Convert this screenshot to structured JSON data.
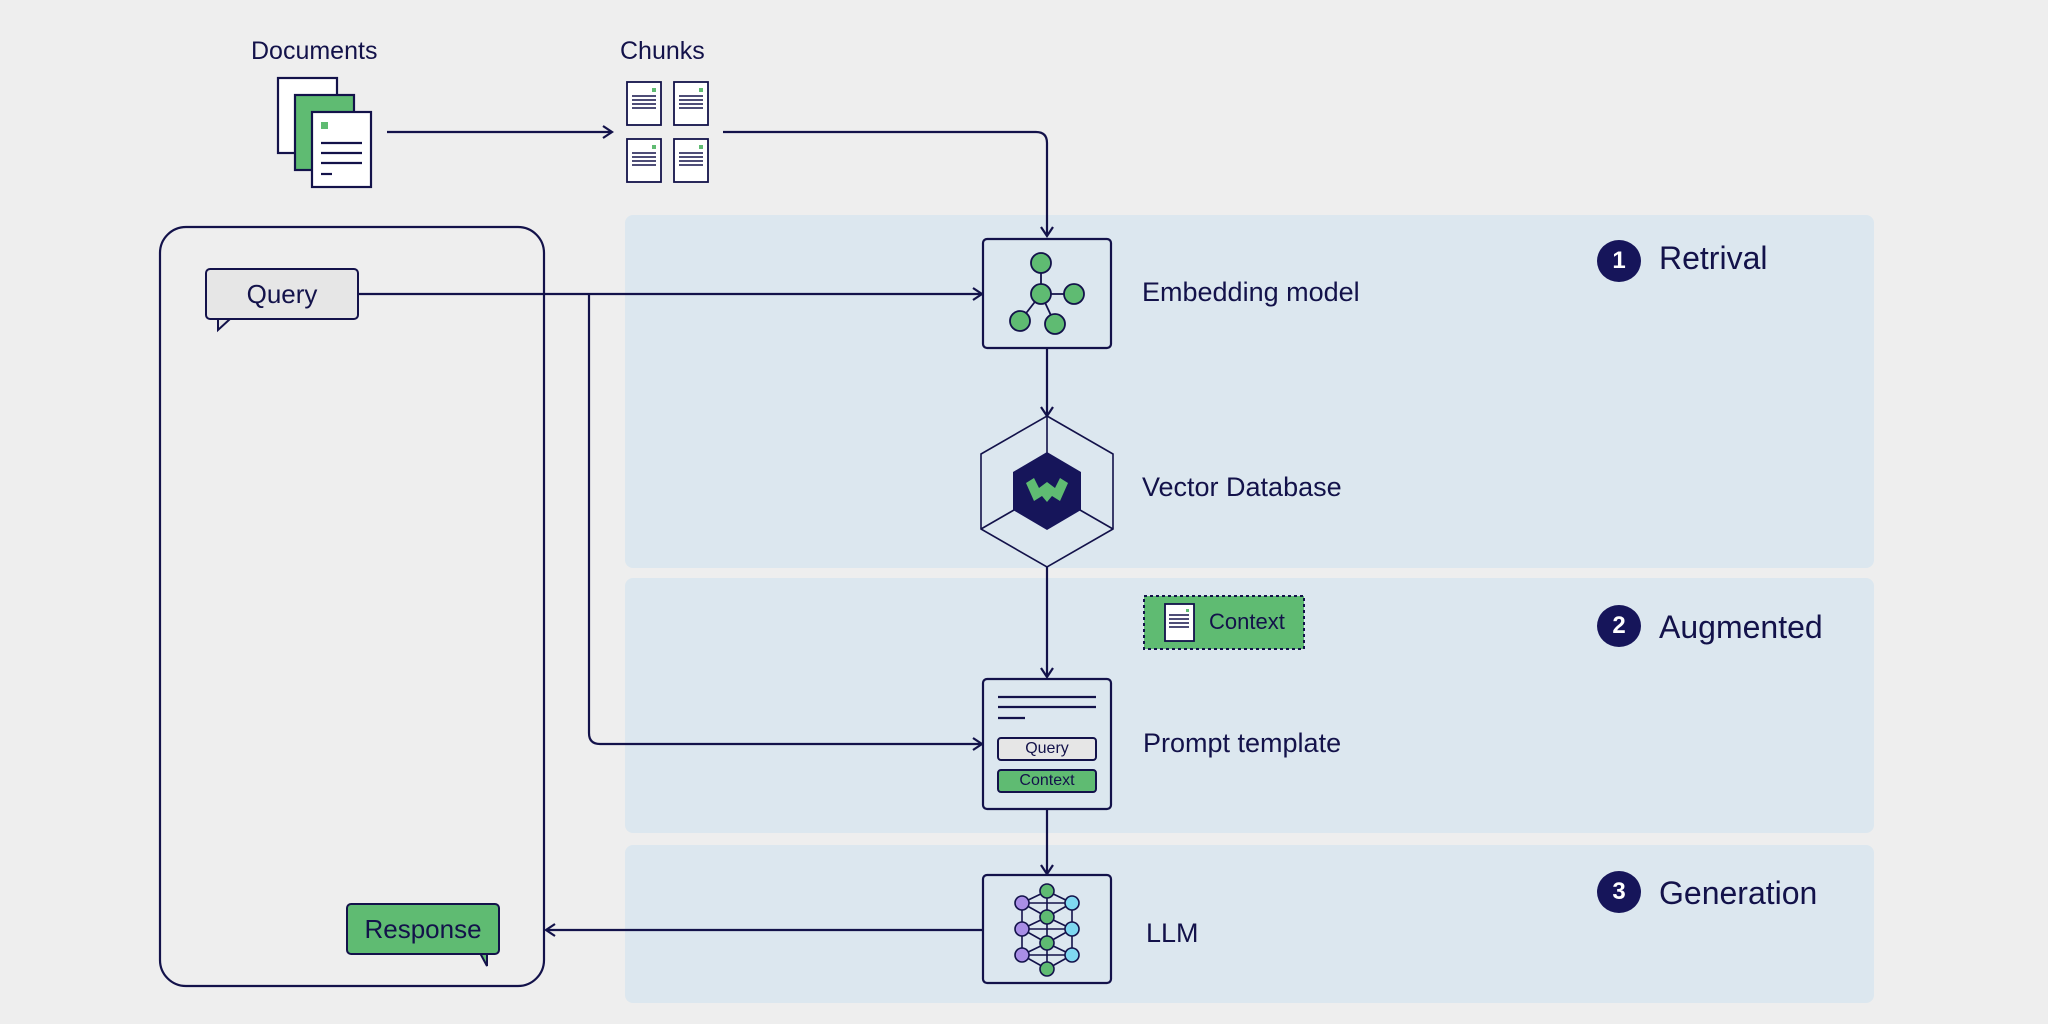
{
  "colors": {
    "ink": "#13124a",
    "green": "#5fbb72",
    "stage_bg": "#dce7ef",
    "page_bg": "#eeeeee",
    "badge": "#16155a",
    "purple": "#a98ee6",
    "cyan": "#7fd8f0"
  },
  "inputs": {
    "documents_label": "Documents",
    "chunks_label": "Chunks"
  },
  "stages": [
    {
      "number": "1",
      "title": "Retrival"
    },
    {
      "number": "2",
      "title": "Augmented"
    },
    {
      "number": "3",
      "title": "Generation"
    }
  ],
  "nodes": {
    "embedding_model": "Embedding model",
    "vector_database": "Vector Database",
    "context_chip": "Context",
    "prompt_template": "Prompt template",
    "prompt_query_slot": "Query",
    "prompt_context_slot": "Context",
    "llm": "LLM"
  },
  "user_panel": {
    "query": "Query",
    "response": "Response"
  },
  "icons": {
    "documents": "documents-stack-icon",
    "chunks": "document-chunks-icon",
    "embedding": "node-graph-icon",
    "vector_db": "weaviate-hexagon-icon",
    "context": "document-icon",
    "llm": "neural-network-icon"
  }
}
